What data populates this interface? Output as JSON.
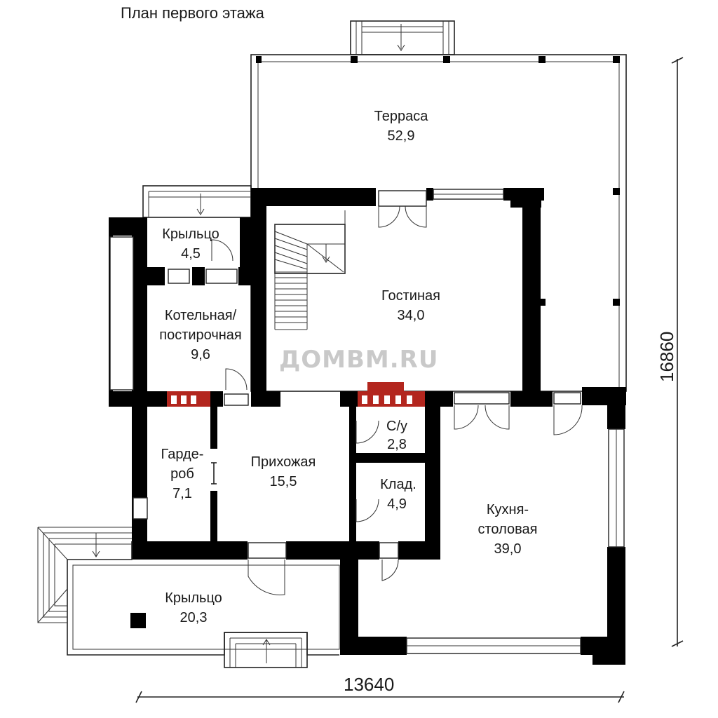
{
  "title": "План первого этажа",
  "watermark": "ДОМВМ.RU",
  "dimensions": {
    "width": "13640",
    "height": "16860"
  },
  "rooms": [
    {
      "id": "terrace",
      "name": "Терраса",
      "area": "52,9"
    },
    {
      "id": "porch-top",
      "name": "Крыльцо",
      "area": "4,5"
    },
    {
      "id": "boiler",
      "name_line1": "Котельная/",
      "name_line2": "постирочная",
      "area": "9,6"
    },
    {
      "id": "living",
      "name": "Гостиная",
      "area": "34,0"
    },
    {
      "id": "wardrobe",
      "name_line1": "Гарде-",
      "name_line2": "роб",
      "area": "7,1"
    },
    {
      "id": "hall",
      "name": "Прихожая",
      "area": "15,5"
    },
    {
      "id": "bath",
      "name": "С/у",
      "area": "2,8"
    },
    {
      "id": "pantry",
      "name": "Клад.",
      "area": "4,9"
    },
    {
      "id": "kitchen",
      "name_line1": "Кухня-",
      "name_line2": "столовая",
      "area": "39,0"
    },
    {
      "id": "porch-bottom",
      "name": "Крыльцо",
      "area": "20,3"
    }
  ]
}
